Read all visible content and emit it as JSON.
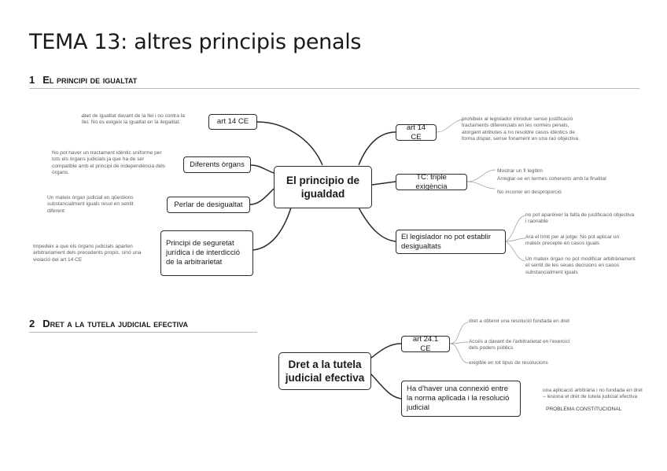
{
  "page_title": "TEMA 13: altres principis penals",
  "section1": {
    "number": "1",
    "title": "El principi de igualtat",
    "central": "El principio de igualdad",
    "branches": {
      "art14_left": "art 14 CE",
      "diferents_organs": "Diferents òrgans",
      "per_lar": "Perlar de desigualtat",
      "seguretat": "Principi de seguretat jurídica i de interdicció de la arbitrarietat",
      "art14_right": "art 14 CE",
      "triple": "TC: triple exigència",
      "legislador": "El legislador no pot establir desigualtats"
    },
    "notes": {
      "art14_left": "dret de igualtat davant de la llei i no contra la llei. No es exigeix la igualtat en la ilegalitat.",
      "diferents_organs": "No pot haver un tractament idèntic uniforme per tots els òrgans judicials ja que ha de ser compatible amb el principi de independència dels òrgans.",
      "per_lar": "Un mateix òrgan judicial en qüestions substancialment iguals resol en sentit diferent",
      "seguretat": "Impedeix a que els òrgans judicials aparten arbitrariament dels precedents propis, sinó una violació del art 14 CE",
      "art14_right": "prohibeix al legislador introduir sense justificació tractaments diferenciats en les normes penals, atorgant atributes a no resoldre casos idèntics de forma dispar, sense fonament en una raó objectiva.",
      "triple_1": "Mostrar un fi legítim",
      "triple_2": "Arreglar-se en termes coherents amb la finalitat",
      "triple_3": "No incorrer en desproporció",
      "legislador_1": "no pot aparèixer la falta de justificació objectiva i raonable",
      "legislador_2": "Ara el límit per al jutge: No pot aplicar un mateix precepte en casos iguals",
      "legislador_3": "Un mateix òrgan no pot modificar arbitràriament el sentit de les seues decisions en casos substancialment iguals"
    }
  },
  "section2": {
    "number": "2",
    "title": "Dret a la tutela judicial efectiva",
    "central": "Dret a la tutela judicial efectiva",
    "branches": {
      "art24": "art 24.1 CE",
      "connexio": "Ha d'haver una connexió entre la norma aplicada i la resolució judicial"
    },
    "notes": {
      "art24_1": "dret a obtenir una resolució fundada en dret",
      "art24_2": "Accés a davant de l'arbitrarietat en l'exercici dels poders públics",
      "art24_3": "exigible en tot tipus de resolucions",
      "connexio_1": "una aplicació arbitrària i no fundada en dret – lesiona el dret de tutela judicial efectiva",
      "connexio_2": "PROBLEMA CONSTITUCIONAL"
    }
  }
}
